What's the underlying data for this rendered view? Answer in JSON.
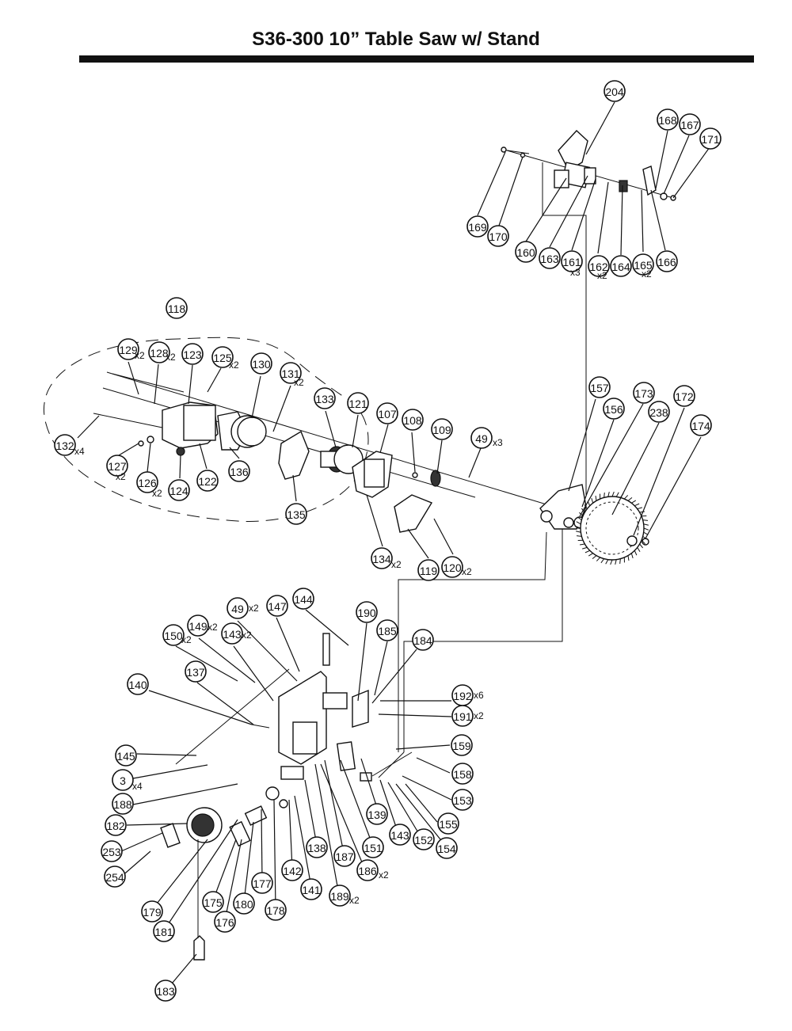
{
  "title": "S36-300 10” Table Saw w/ Stand",
  "callouts": [
    {
      "id": "204",
      "label": "204",
      "qty": ""
    },
    {
      "id": "168",
      "label": "168",
      "qty": ""
    },
    {
      "id": "167",
      "label": "167",
      "qty": ""
    },
    {
      "id": "171",
      "label": "171",
      "qty": ""
    },
    {
      "id": "169",
      "label": "169",
      "qty": ""
    },
    {
      "id": "170",
      "label": "170",
      "qty": ""
    },
    {
      "id": "160",
      "label": "160",
      "qty": ""
    },
    {
      "id": "163",
      "label": "163",
      "qty": ""
    },
    {
      "id": "161",
      "label": "161",
      "qty": "x3"
    },
    {
      "id": "162",
      "label": "162",
      "qty": "x2"
    },
    {
      "id": "164",
      "label": "164",
      "qty": ""
    },
    {
      "id": "165",
      "label": "165",
      "qty": "x2"
    },
    {
      "id": "166",
      "label": "166",
      "qty": ""
    },
    {
      "id": "118",
      "label": "118",
      "qty": ""
    },
    {
      "id": "129",
      "label": "129",
      "qty": "x2"
    },
    {
      "id": "128",
      "label": "128",
      "qty": "x2"
    },
    {
      "id": "123",
      "label": "123",
      "qty": ""
    },
    {
      "id": "125",
      "label": "125",
      "qty": "x2"
    },
    {
      "id": "130",
      "label": "130",
      "qty": ""
    },
    {
      "id": "131",
      "label": "131",
      "qty": "x2"
    },
    {
      "id": "133",
      "label": "133",
      "qty": ""
    },
    {
      "id": "121",
      "label": "121",
      "qty": ""
    },
    {
      "id": "107",
      "label": "107",
      "qty": ""
    },
    {
      "id": "108",
      "label": "108",
      "qty": ""
    },
    {
      "id": "109",
      "label": "109",
      "qty": ""
    },
    {
      "id": "49a",
      "label": "49",
      "qty": "x3"
    },
    {
      "id": "157",
      "label": "157",
      "qty": ""
    },
    {
      "id": "173",
      "label": "173",
      "qty": ""
    },
    {
      "id": "172",
      "label": "172",
      "qty": ""
    },
    {
      "id": "156",
      "label": "156",
      "qty": ""
    },
    {
      "id": "238",
      "label": "238",
      "qty": ""
    },
    {
      "id": "174",
      "label": "174",
      "qty": ""
    },
    {
      "id": "132",
      "label": "132",
      "qty": "x4"
    },
    {
      "id": "127",
      "label": "127",
      "qty": "x2"
    },
    {
      "id": "126",
      "label": "126",
      "qty": "x2"
    },
    {
      "id": "124",
      "label": "124",
      "qty": ""
    },
    {
      "id": "122",
      "label": "122",
      "qty": ""
    },
    {
      "id": "136",
      "label": "136",
      "qty": ""
    },
    {
      "id": "135",
      "label": "135",
      "qty": ""
    },
    {
      "id": "134",
      "label": "134",
      "qty": "x2"
    },
    {
      "id": "119",
      "label": "119",
      "qty": ""
    },
    {
      "id": "120",
      "label": "120",
      "qty": "x2"
    },
    {
      "id": "49b",
      "label": "49",
      "qty": "x2"
    },
    {
      "id": "147",
      "label": "147",
      "qty": ""
    },
    {
      "id": "144",
      "label": "144",
      "qty": ""
    },
    {
      "id": "190",
      "label": "190",
      "qty": ""
    },
    {
      "id": "149",
      "label": "149",
      "qty": "x2"
    },
    {
      "id": "143a",
      "label": "143",
      "qty": "x2"
    },
    {
      "id": "150",
      "label": "150",
      "qty": "x2"
    },
    {
      "id": "185",
      "label": "185",
      "qty": ""
    },
    {
      "id": "184",
      "label": "184",
      "qty": ""
    },
    {
      "id": "137",
      "label": "137",
      "qty": ""
    },
    {
      "id": "140",
      "label": "140",
      "qty": ""
    },
    {
      "id": "192",
      "label": "192",
      "qty": "x6"
    },
    {
      "id": "191",
      "label": "191",
      "qty": "x2"
    },
    {
      "id": "159",
      "label": "159",
      "qty": ""
    },
    {
      "id": "145",
      "label": "145",
      "qty": ""
    },
    {
      "id": "3",
      "label": "3",
      "qty": "x4"
    },
    {
      "id": "158",
      "label": "158",
      "qty": ""
    },
    {
      "id": "153",
      "label": "153",
      "qty": ""
    },
    {
      "id": "188",
      "label": "188",
      "qty": ""
    },
    {
      "id": "155",
      "label": "155",
      "qty": ""
    },
    {
      "id": "139",
      "label": "139",
      "qty": ""
    },
    {
      "id": "182",
      "label": "182",
      "qty": ""
    },
    {
      "id": "143b",
      "label": "143",
      "qty": ""
    },
    {
      "id": "152",
      "label": "152",
      "qty": ""
    },
    {
      "id": "154",
      "label": "154",
      "qty": ""
    },
    {
      "id": "253",
      "label": "253",
      "qty": ""
    },
    {
      "id": "138",
      "label": "138",
      "qty": ""
    },
    {
      "id": "187",
      "label": "187",
      "qty": ""
    },
    {
      "id": "151",
      "label": "151",
      "qty": ""
    },
    {
      "id": "254",
      "label": "254",
      "qty": ""
    },
    {
      "id": "186",
      "label": "186",
      "qty": "x2"
    },
    {
      "id": "177",
      "label": "177",
      "qty": ""
    },
    {
      "id": "142",
      "label": "142",
      "qty": ""
    },
    {
      "id": "141",
      "label": "141",
      "qty": ""
    },
    {
      "id": "189",
      "label": "189",
      "qty": "x2"
    },
    {
      "id": "175",
      "label": "175",
      "qty": ""
    },
    {
      "id": "180",
      "label": "180",
      "qty": ""
    },
    {
      "id": "178",
      "label": "178",
      "qty": ""
    },
    {
      "id": "179",
      "label": "179",
      "qty": ""
    },
    {
      "id": "176",
      "label": "176",
      "qty": ""
    },
    {
      "id": "181",
      "label": "181",
      "qty": ""
    },
    {
      "id": "183",
      "label": "183",
      "qty": ""
    }
  ]
}
